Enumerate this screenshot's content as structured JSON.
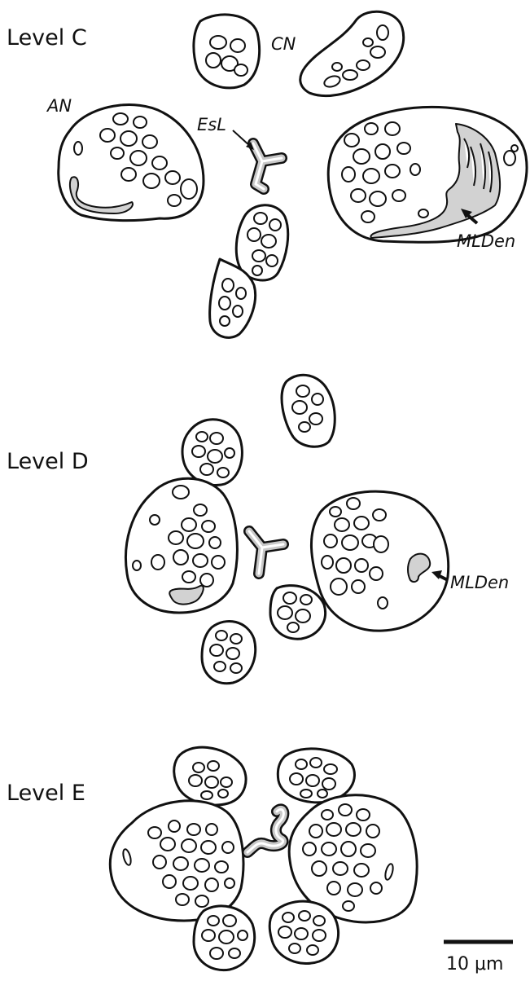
{
  "levels": {
    "c": "Level C",
    "d": "Level D",
    "e": "Level E"
  },
  "labels": {
    "an": "AN",
    "cn": "CN",
    "esl": "EsL",
    "mlden_c": "MLDen",
    "mlden_d": "MLDen"
  },
  "scale_bar": {
    "label": "10 μm"
  },
  "colors": {
    "outline": "#111111",
    "glial_fill": "#d2d2d2",
    "background": "#ffffff"
  }
}
